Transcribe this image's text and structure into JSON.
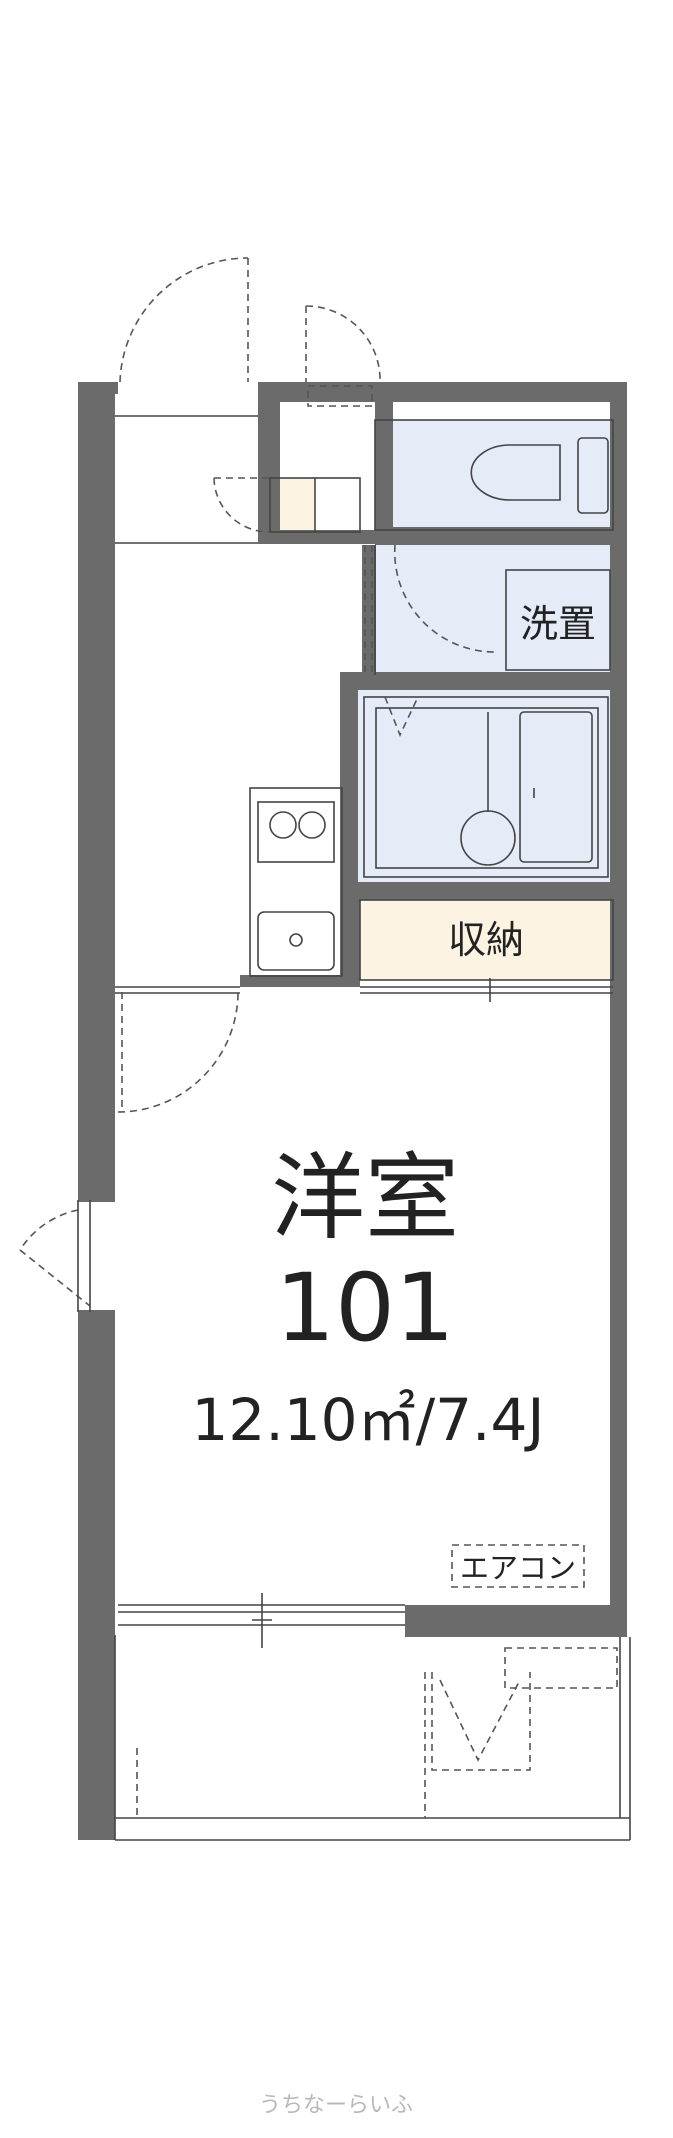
{
  "rooms": {
    "main_room": {
      "name": "洋室",
      "number": "101",
      "area": "12.10㎡/7.4J"
    },
    "wash": {
      "label": "洗置"
    },
    "storage": {
      "label": "収納"
    },
    "aircon": {
      "label": "エアコン"
    }
  },
  "watermark": {
    "text": "うちなーらいふ"
  },
  "colors": {
    "wall": "#6b6b6b",
    "wet_area": "#e6ebf8",
    "storage": "#fcf3e3",
    "background": "#ffffff"
  }
}
